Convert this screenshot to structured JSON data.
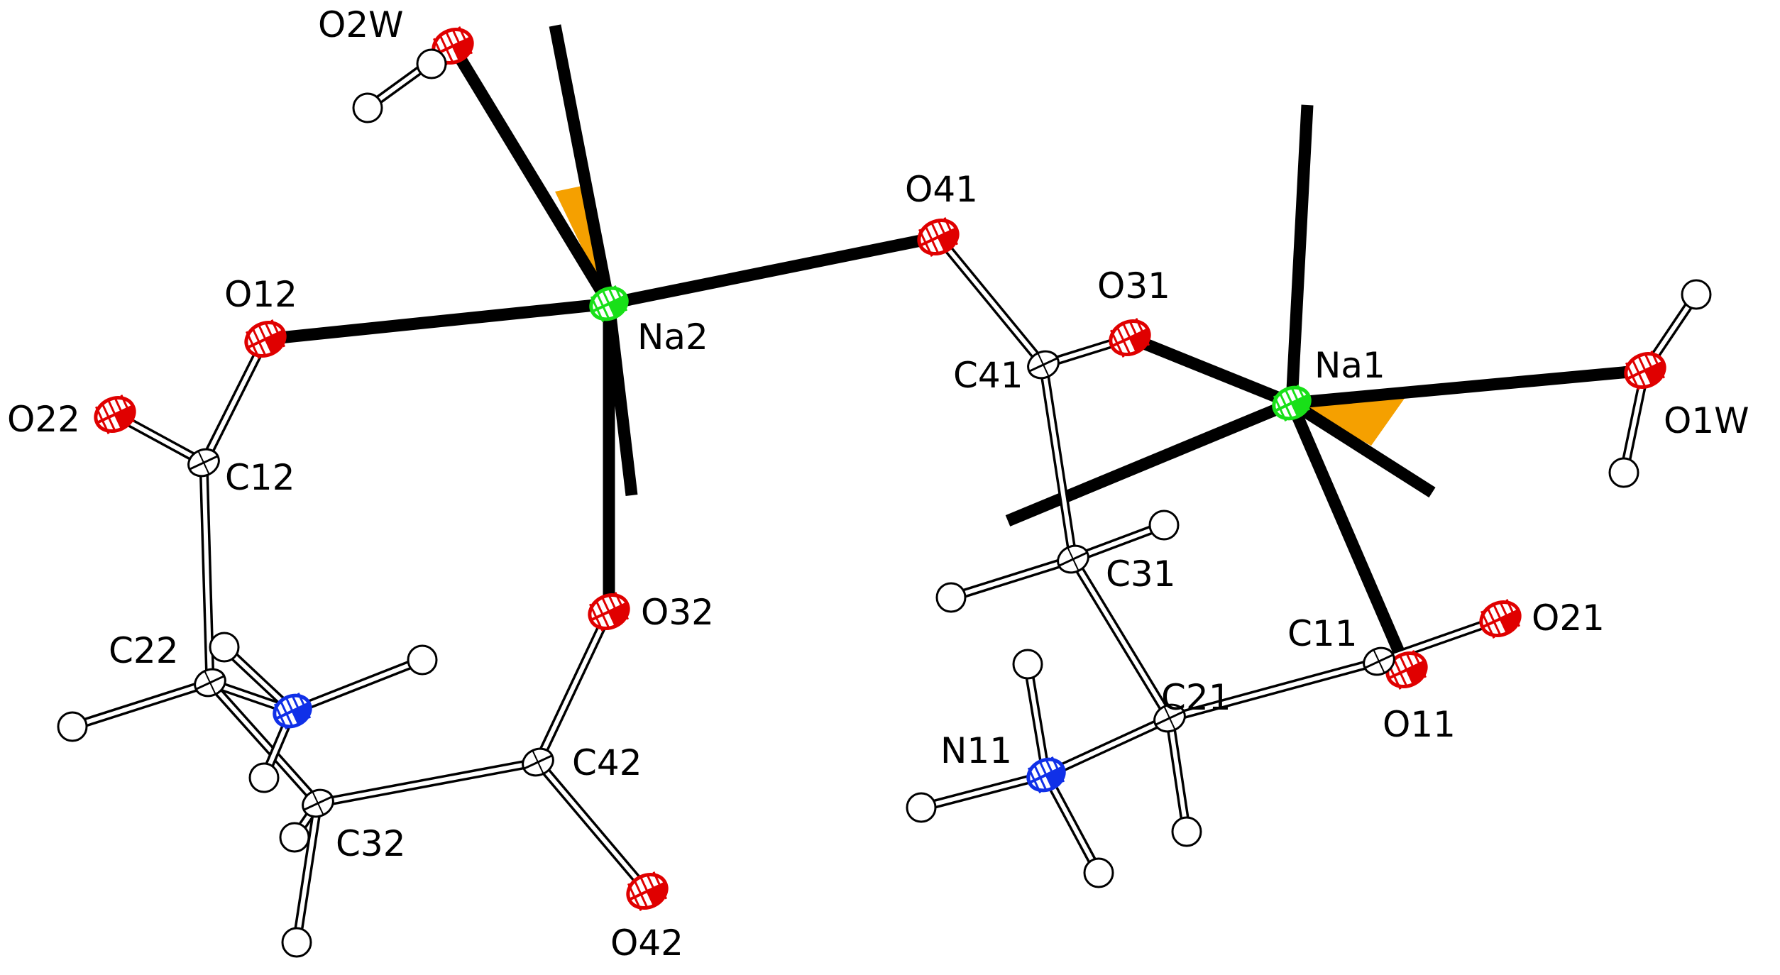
{
  "colors": {
    "oxygen": "#e00000",
    "nitrogen": "#1030e8",
    "sodium": "#18e018",
    "carbon": "#ffffff",
    "hydrogen": "#ffffff",
    "polyhedron": "#f5a000",
    "bond": "#000000"
  },
  "atoms": [
    {
      "id": "Na1",
      "element": "Na",
      "label": "Na1"
    },
    {
      "id": "Na2",
      "element": "Na",
      "label": "Na2"
    },
    {
      "id": "O1W",
      "element": "O",
      "label": "O1W"
    },
    {
      "id": "O2W",
      "element": "O",
      "label": "O2W"
    },
    {
      "id": "O11",
      "element": "O",
      "label": "O11"
    },
    {
      "id": "O21",
      "element": "O",
      "label": "O21"
    },
    {
      "id": "O31",
      "element": "O",
      "label": "O31"
    },
    {
      "id": "O41",
      "element": "O",
      "label": "O41"
    },
    {
      "id": "O12",
      "element": "O",
      "label": "O12"
    },
    {
      "id": "O22",
      "element": "O",
      "label": "O22"
    },
    {
      "id": "O32",
      "element": "O",
      "label": "O32"
    },
    {
      "id": "O42",
      "element": "O",
      "label": "O42"
    },
    {
      "id": "C11",
      "element": "C",
      "label": "C11"
    },
    {
      "id": "C21",
      "element": "C",
      "label": "C21"
    },
    {
      "id": "C31",
      "element": "C",
      "label": "C31"
    },
    {
      "id": "C41",
      "element": "C",
      "label": "C41"
    },
    {
      "id": "C12",
      "element": "C",
      "label": "C12"
    },
    {
      "id": "C22",
      "element": "C",
      "label": "C22"
    },
    {
      "id": "C32",
      "element": "C",
      "label": "C32"
    },
    {
      "id": "C42",
      "element": "C",
      "label": "C42"
    },
    {
      "id": "N11",
      "element": "N",
      "label": "N11"
    },
    {
      "id": "N12",
      "element": "N",
      "label": ""
    }
  ]
}
